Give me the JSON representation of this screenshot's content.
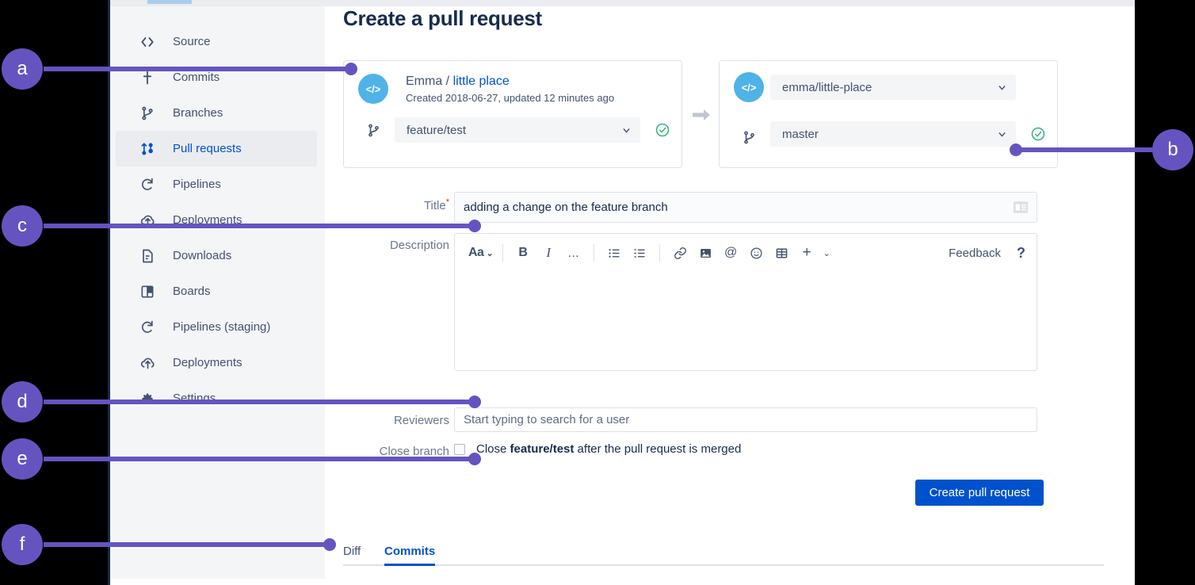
{
  "window": {
    "background_color": "#000000",
    "sidebar_bg": "#f4f5f7",
    "accent_blue": "#0052cc",
    "callout_purple": "#6554c0"
  },
  "sidebar": {
    "items": [
      {
        "label": "Source",
        "icon": "code-icon",
        "active": false
      },
      {
        "label": "Commits",
        "icon": "commit-icon",
        "active": false
      },
      {
        "label": "Branches",
        "icon": "branch-icon",
        "active": false
      },
      {
        "label": "Pull requests",
        "icon": "pull-request-icon",
        "active": true
      },
      {
        "label": "Pipelines",
        "icon": "pipelines-icon",
        "active": false
      },
      {
        "label": "Deployments",
        "icon": "deployments-icon",
        "active": false
      },
      {
        "label": "Downloads",
        "icon": "downloads-icon",
        "active": false
      },
      {
        "label": "Boards",
        "icon": "boards-icon",
        "active": false
      },
      {
        "label": "Pipelines (staging)",
        "icon": "pipelines-icon",
        "active": false
      },
      {
        "label": "Deployments",
        "icon": "deployments-icon",
        "active": false
      },
      {
        "label": "Settings",
        "icon": "gear-icon",
        "active": false
      }
    ]
  },
  "page": {
    "title": "Create a pull request"
  },
  "compare": {
    "source": {
      "repo_owner": "Emma",
      "separator": " / ",
      "repo_name": "little place",
      "meta": "Created 2018-06-27, updated 12 minutes ago",
      "branch": "feature/test",
      "branch_chevron": "⌄",
      "status": "valid-check-icon"
    },
    "arrow": "arrow-right-icon",
    "destination": {
      "repo": "emma/little-place",
      "repo_chevron": "⌄",
      "branch": "master",
      "branch_chevron": "⌄",
      "status": "valid-check-icon"
    }
  },
  "form": {
    "title_label": "Title",
    "title_required_mark": "*",
    "title_value": "adding a change on the feature branch",
    "title_field_icon": "card-icon",
    "description_label": "Description",
    "editor_toolbar": {
      "text_style": "Aa",
      "text_style_chevron": "⌄",
      "bold": "B",
      "italic": "I",
      "more": "…",
      "bullet_list": "bullet-list-icon",
      "numbered_list": "numbered-list-icon",
      "link": "link-icon",
      "image": "image-icon",
      "mention": "@",
      "emoji": "emoji-icon",
      "table": "table-icon",
      "insert": "+",
      "insert_chevron": "⌄",
      "feedback": "Feedback",
      "help": "?"
    },
    "description_value": "",
    "reviewers_label": "Reviewers",
    "reviewers_placeholder": "Start typing to search for a user",
    "close_branch_label": "Close branch",
    "close_branch_checked": false,
    "close_branch_text_pre": "Close ",
    "close_branch_text_bold": "feature/test",
    "close_branch_text_post": " after the pull request is merged",
    "submit_label": "Create pull request"
  },
  "tabs": [
    {
      "label": "Diff",
      "active": false
    },
    {
      "label": "Commits",
      "active": true
    }
  ],
  "callouts": [
    {
      "letter": "a",
      "target": "source-repo-panel"
    },
    {
      "letter": "b",
      "target": "destination-branch-select"
    },
    {
      "letter": "c",
      "target": "description-editor"
    },
    {
      "letter": "d",
      "target": "reviewers-input"
    },
    {
      "letter": "e",
      "target": "close-branch-checkbox"
    },
    {
      "letter": "f",
      "target": "diff-commits-tabs"
    }
  ]
}
